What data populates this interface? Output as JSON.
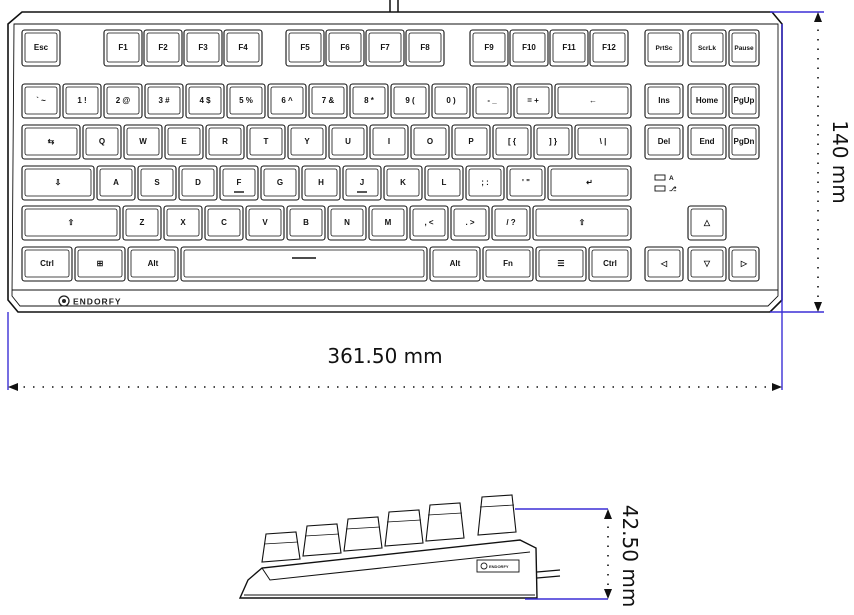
{
  "brand": "ENDORFY",
  "dimensions": {
    "width": "361.50 mm",
    "depth": "140 mm",
    "height": "42.50 mm"
  },
  "colors": {
    "dimension_line": "#3b2fd6",
    "outline": "#111111"
  },
  "indicators": [
    "A",
    "⎇"
  ],
  "keyboard": {
    "rows": [
      [
        "Esc",
        "F1",
        "F2",
        "F3",
        "F4",
        "F5",
        "F6",
        "F7",
        "F8",
        "F9",
        "F10",
        "F11",
        "F12",
        "PrtSc",
        "ScrLk",
        "Pause"
      ],
      [
        "` ~",
        "1 !",
        "2 @",
        "3 #",
        "4 $",
        "5 %",
        "6 ^",
        "7 &",
        "8 *",
        "9 (",
        "0 )",
        "- _",
        "= +",
        "←",
        "Ins",
        "Home",
        "PgUp"
      ],
      [
        "⇆",
        "Q",
        "W",
        "E",
        "R",
        "T",
        "Y",
        "U",
        "I",
        "O",
        "P",
        "[ {",
        "] }",
        "\\ |",
        "Del",
        "End",
        "PgDn"
      ],
      [
        "⇩",
        "A",
        "S",
        "D",
        "F",
        "G",
        "H",
        "J",
        "K",
        "L",
        "; :",
        "' \"",
        "↵"
      ],
      [
        "⇧",
        "Z",
        "X",
        "C",
        "V",
        "B",
        "N",
        "M",
        ", <",
        ". >",
        "/ ?",
        "⇧",
        "△"
      ],
      [
        "Ctrl",
        "⊞",
        "Alt",
        "",
        "Alt",
        "Fn",
        "☰",
        "Ctrl",
        "◁",
        "▽",
        "▷"
      ]
    ]
  }
}
